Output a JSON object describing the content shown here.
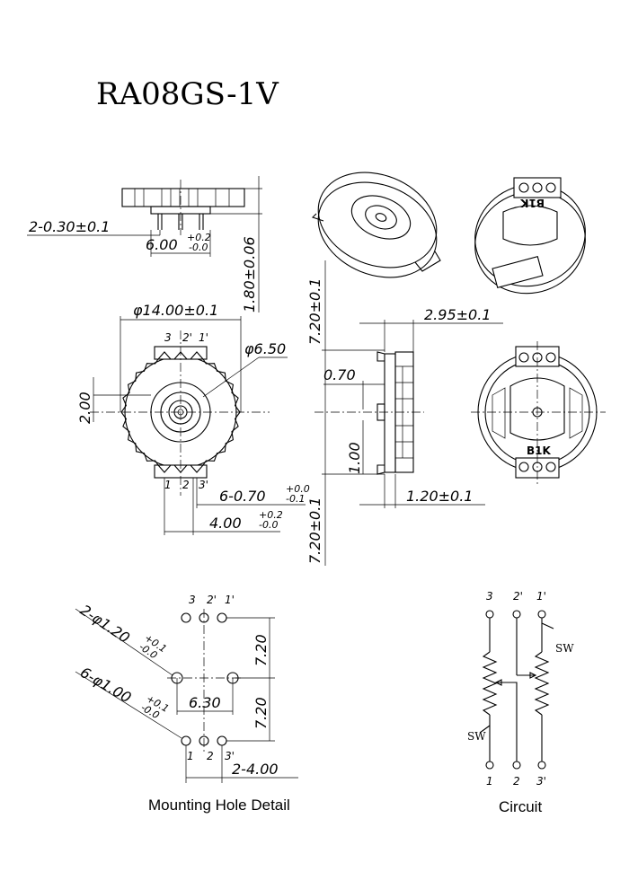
{
  "title": "RA08GS-1V",
  "side_view": {
    "pin_dim": "2-0.30±0.1",
    "width_dim": {
      "base": "6.00",
      "tol_upper": "+0.2",
      "tol_lower": "-0.0"
    },
    "height_dim": "1.80±0.06"
  },
  "front_view": {
    "diameter_dim": "φ14.00±0.1",
    "shaft_dim": "φ6.50",
    "offset_dim": "2.00",
    "top_pins": [
      "3",
      "2'",
      "1'"
    ],
    "bottom_pins": [
      "1",
      "2",
      "3'"
    ],
    "pin_pitch_dim": {
      "base": "6-0.70",
      "tol_upper": "+0.0",
      "tol_lower": "-0.1"
    },
    "pin_span_dim": {
      "base": "4.00",
      "tol_upper": "+0.2",
      "tol_lower": "-0.0"
    }
  },
  "profile_view": {
    "depth_dim": "2.95±0.1",
    "top_height_dim": "7.20±0.1",
    "bottom_height_dim": "7.20±0.1",
    "lead_dim": "0.70",
    "step_dim": "1.00",
    "base_dim": "1.20±0.1"
  },
  "rear_view": {
    "marking": "B1K"
  },
  "iso_view": {
    "marking": "B1K"
  },
  "mounting": {
    "caption": "Mounting Hole Detail",
    "top_pins": [
      "3",
      "2'",
      "1'"
    ],
    "bottom_pins": [
      "1",
      "2",
      "3'"
    ],
    "large_hole_dim": {
      "base": "2-φ1.20",
      "tol_upper": "+0.1",
      "tol_lower": "-0.0"
    },
    "small_hole_dim": {
      "base": "6-φ1.00",
      "tol_upper": "+0.1",
      "tol_lower": "-0.0"
    },
    "spacing_dim": "6.30",
    "upper_pitch_dim": "7.20",
    "lower_pitch_dim": "7.20",
    "pin_pitch_dim": "2-4.00"
  },
  "circuit": {
    "caption": "Circuit",
    "top_pins": [
      "3",
      "2'",
      "1'"
    ],
    "bottom_pins": [
      "1",
      "2",
      "3'"
    ],
    "switch_label_right": "SW",
    "switch_label_left": "SW"
  }
}
